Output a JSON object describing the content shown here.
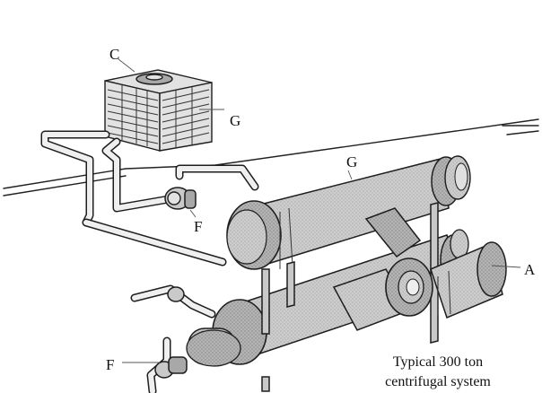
{
  "diagram": {
    "caption_lines": [
      "Typical 300 ton",
      "centrifugal system"
    ],
    "labels": {
      "cooling_tower_top": "C",
      "cooling_tower_side": "G",
      "condenser_pipe": "G",
      "pump_upper": "F",
      "pump_lower": "F",
      "compressor": "A"
    }
  }
}
